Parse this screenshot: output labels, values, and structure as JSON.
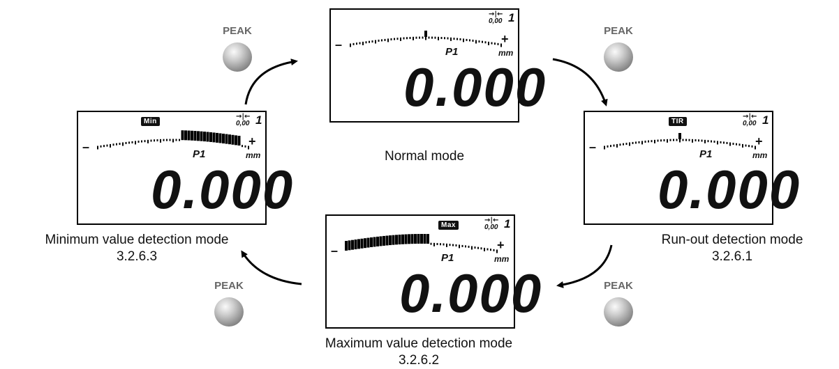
{
  "peak_label": "PEAK",
  "display_common": {
    "reading": "0.000",
    "probe": "P1",
    "unit": "mm",
    "minus": "–",
    "plus": "+",
    "resolution": "0,00",
    "digit_one": "1",
    "tolerance_icon": "→|←"
  },
  "modes": {
    "normal": {
      "caption": "Normal mode",
      "badge": ""
    },
    "runout": {
      "caption": "Run-out detection mode",
      "section": "3.2.6.1",
      "badge": "TIR"
    },
    "max": {
      "caption": "Maximum value detection mode",
      "section": "3.2.6.2",
      "badge": "Max"
    },
    "min": {
      "caption": "Minimum value detection mode",
      "section": "3.2.6.3",
      "badge": "Min"
    }
  }
}
